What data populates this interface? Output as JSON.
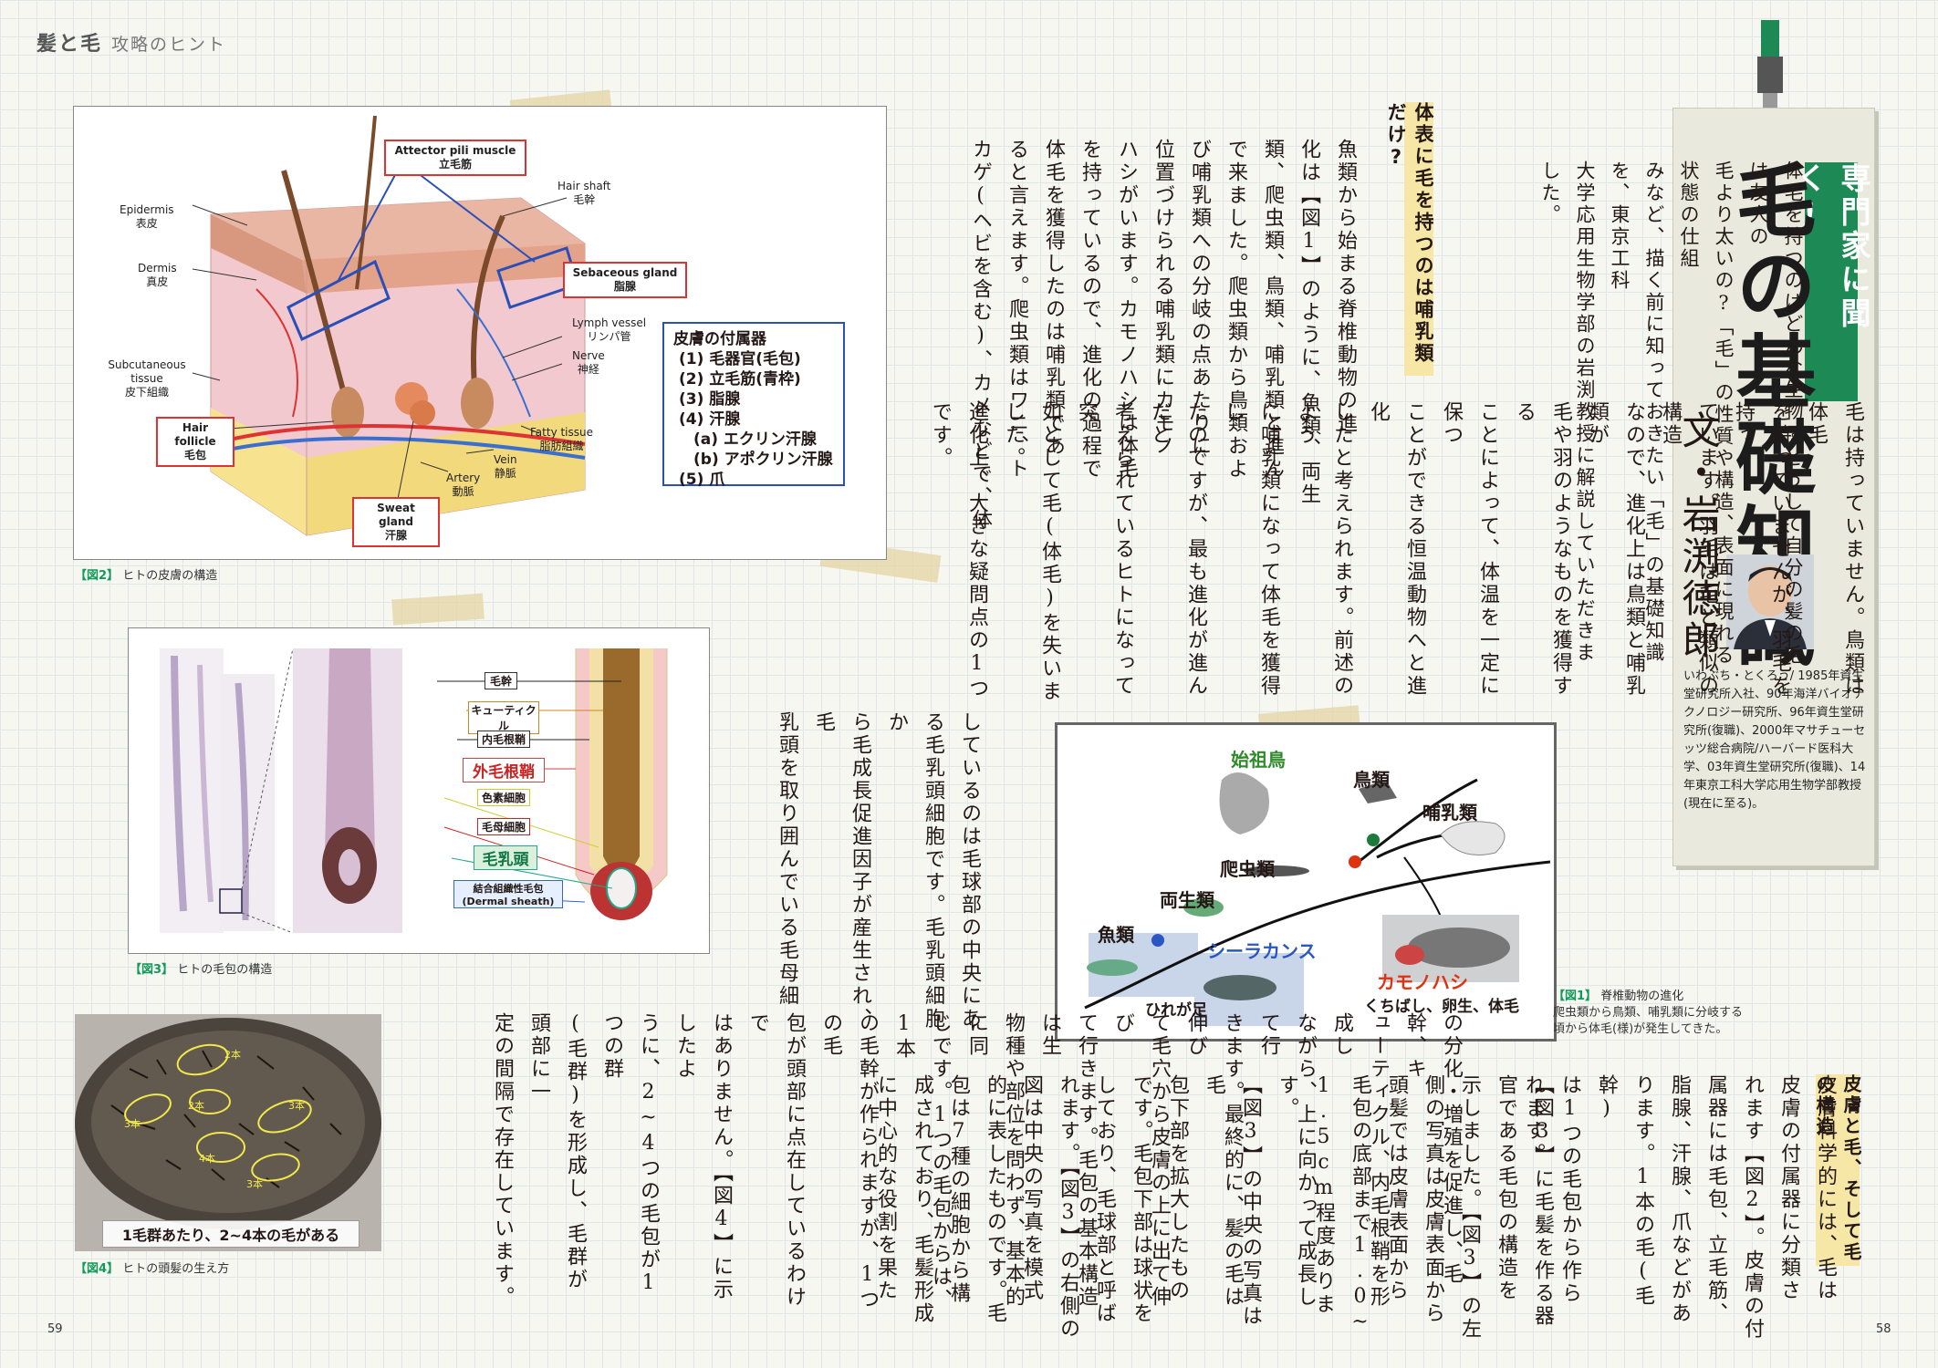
{
  "header": {
    "series": "髪と毛",
    "subtitle": "攻略のヒント"
  },
  "title_panel": {
    "tag": "専門家に聞く!",
    "title": "毛の基礎知識",
    "author": "文・岩渕徳郎",
    "bio": "いわぶち・とくろう/ 1985年資生堂研究所入社、90年海洋バイオテクノロジー研究所、96年資生堂研究所(復職)、2000年マサチューセッツ総合病院/ハーバード医科大学、03年資生堂研究所(復職)、14年東京工科大学応用生物学部教授(現在に至る)。"
  },
  "lead": [
    "体毛を持つのはどんな生物?どうして自分の髪の毛は友人の",
    "毛より太いの?「毛」の性質や構造、表面に現れる状態の仕組",
    "みなど、描く前に知っておきたい「毛」の基礎知識を、東京工科",
    "大学応用生物学部の岩渕教授に解説していただきました。"
  ],
  "section1": {
    "heading": "体表に毛を持つのは哺乳類だけ?",
    "block_a": [
      "魚類から始まる脊椎動物の進",
      "化は【図1】のように、魚類、両生",
      "類、爬虫類、鳥類、哺乳類と進ん",
      "で来ました。爬虫類から鳥類およ",
      "び哺乳類への分岐の点あたりに",
      "位置づけられる哺乳類にカモノ",
      "ハシがいます。カモノハシは体毛",
      "を持っているので、進化の過程で",
      "体毛を獲得したのは哺乳類であ",
      "ると言えます。爬虫類はワニ、ト",
      "カゲ(ヘビを含む)、カメなどで、体"
    ],
    "block_b": [
      "毛は持っていません。鳥類は体毛",
      "を持っていませんが、羽毛を持っ",
      "ています。羽毛は毛と類似の構造",
      "なので、進化上は鳥類と哺乳類が",
      "毛や羽のようなものを獲得する",
      "ことによって、体温を一定に保つ",
      "ことができる恒温動物へと進化",
      "したと考えられます。前述のよう",
      "に哺乳類になって体毛を獲得し",
      "たのですが、最も進化が進んだと",
      "考えられているヒトになって突",
      "如として毛(体毛)を失いました。",
      "進化上、大きな疑問点の1つです。"
    ]
  },
  "section2": {
    "heading": "皮膚と毛、そして毛の構造",
    "block_a": [
      "皮膚科学的には、毛は",
      "皮膚の付属器に分類さ",
      "れます【図2】。皮膚の付",
      "属器には毛包、立毛筋、",
      "脂腺、汗腺、爪などがあ",
      "ります。1本の毛(毛幹)",
      "は1つの毛包から作ら",
      "れます。"
    ],
    "block_b": [
      "【図3】に毛髪を作る器",
      "官である毛包の構造を",
      "示しました。【図3】の左",
      "側の写真は皮膚表面から",
      "頭髪では皮膚表面から",
      "毛包の底部まで1.0~",
      "1.5cm程度あります。",
      "【図3】の中央の写真は毛",
      "包下部を拡大したもの",
      "です。毛包下部は球状を",
      "しており、毛球部と呼ば",
      "れます。【図3】の右側の",
      "図は中央の写真を模式",
      "的に表したものです。毛",
      "包は7種の細胞から構",
      "成されており、毛髪形成",
      "に中心的な役割を果た"
    ],
    "block_c": [
      "しているのは毛球部の中央にあ",
      "る毛乳頭細胞です。毛乳頭細胞か",
      "ら毛成長促進因子が産生され、毛",
      "乳頭を取り囲んでいる毛母細"
    ],
    "block_d": [
      "の分化・増殖を促進し、毛幹、キ",
      "ューティクル、内毛根鞘を形成し",
      "ながら、上に向かって成長して行",
      "きます。最終的に、髪の毛は伸び",
      "て毛穴から皮膚の上に出て伸び",
      "て行きます。毛包の基本構造は生",
      "物種や部位を問わず、基本的に同",
      "じです。1つの毛包からは、1本",
      "の毛幹が作られますが、1つの毛",
      "包が頭部に点在しているわけで",
      "はありません。【図4】に示したよ",
      "うに、2~4つの毛包が1つの群",
      "(毛群)を形成し、毛群が頭部に一",
      "定の間隔で存在しています。"
    ]
  },
  "fig1": {
    "caption_tag": "【図1】",
    "caption_title": "脊椎動物の進化",
    "caption_text": "爬虫類から鳥類、哺乳類に分岐する頃から体毛(様)が発生してきた。",
    "labels": {
      "archaeopteryx": "始祖鳥",
      "birds": "鳥類",
      "mammals": "哺乳類",
      "reptiles": "爬虫類",
      "amphibians": "両生類",
      "fish": "魚類",
      "coelacanth": "シーラカンス",
      "platypus": "カモノハシ",
      "platypus_note": "くちばし、卵生、体毛",
      "lobe_fin": "ひれが足"
    }
  },
  "fig2": {
    "caption_tag": "【図2】",
    "caption_title": "ヒトの皮膚の構造",
    "labels": {
      "arrector": "Attector pili muscle",
      "arrector_ja": "立毛筋",
      "hair_shaft": "Hair shaft",
      "hair_shaft_ja": "毛幹",
      "epidermis": "Epidermis",
      "epidermis_ja": "表皮",
      "dermis": "Dermis",
      "dermis_ja": "真皮",
      "sebaceous": "Sebaceous gland",
      "sebaceous_ja": "脂腺",
      "lymph": "Lymph vessel",
      "lymph_ja": "リンパ管",
      "nerve": "Nerve",
      "nerve_ja": "神経",
      "subcut": "Subcutaneous tissue",
      "subcut_ja": "皮下組織",
      "follicle": "Hair follicle",
      "follicle_ja": "毛包",
      "fatty": "Fatty tissue",
      "fatty_ja": "脂肪組織",
      "vein": "Vein",
      "vein_ja": "静脈",
      "artery": "Artery",
      "artery_ja": "動脈",
      "sweat": "Sweat gland",
      "sweat_ja": "汗腺"
    },
    "appendages_title": "皮膚の付属器",
    "appendages": [
      "(1) 毛器官(毛包)",
      "(2) 立毛筋(青枠)",
      "(3) 脂腺",
      "(4) 汗腺",
      "(a) エクリン汗腺",
      "(b) アポクリン汗腺",
      "(5) 爪"
    ]
  },
  "fig3": {
    "caption_tag": "【図3】",
    "caption_title": "ヒトの毛包の構造",
    "labels": [
      "毛幹",
      "キューティクル",
      "内毛根鞘",
      "外毛根鞘",
      "色素細胞",
      "毛母細胞",
      "毛乳頭",
      "結合組織性毛包",
      "(Dermal sheath)"
    ]
  },
  "fig4": {
    "caption_tag": "【図4】",
    "caption_title": "ヒトの頭髪の生え方",
    "counts": [
      "2本",
      "3本",
      "2本",
      "3本",
      "4本",
      "3本"
    ],
    "banner": "1毛群あたり、2~4本の毛がある"
  },
  "page_numbers": {
    "left": "59",
    "right": "58"
  },
  "colors": {
    "accent_green": "#1d8a55",
    "highlight_yellow": "#f6e7a6",
    "label_red": "#d33333"
  }
}
